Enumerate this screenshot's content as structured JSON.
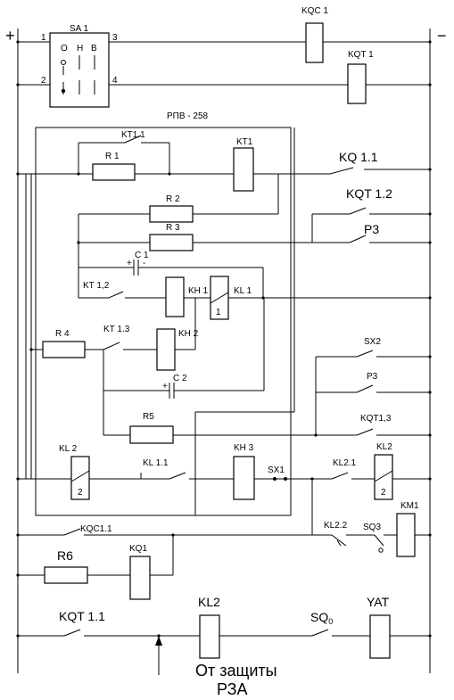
{
  "terminals": {
    "plus": "+",
    "minus": "−"
  },
  "switch": {
    "title": "SA 1",
    "positions": [
      "О",
      "Н",
      "В"
    ],
    "pins": [
      "1",
      "2",
      "3",
      "4"
    ]
  },
  "relay_box": {
    "title": "РПВ - 258"
  },
  "labels": {
    "kqc1": "KQC 1",
    "kqt1": "KQT 1",
    "kt1_1": "KT1.1",
    "r1": "R 1",
    "kt1": "KT1",
    "kq1_1": "KQ 1.1",
    "r2": "R 2",
    "kqt1_2": "KQT 1.2",
    "r3": "R 3",
    "p3a": "P3",
    "c1": "C 1",
    "c1_plus": "+",
    "c1_minus": "-",
    "kt1_2": "KT 1,2",
    "kh1": "KH 1",
    "kl1": "KL 1",
    "kl1_num": "1",
    "r4": "R 4",
    "kt1_3": "KT 1.3",
    "kh2": "KH 2",
    "sx2": "SX2",
    "p3b": "P3",
    "c2": "C 2",
    "c2_plus": "+",
    "r5": "R5",
    "kqt1_3": "KQT1,3",
    "kl2_left": "KL 2",
    "kl2_left_num": "2",
    "kl1_1": "KL 1.1",
    "kh3": "KH 3",
    "sx1": "SX1",
    "kl2_1": "KL2.1",
    "kl2_right": "KL2",
    "kl2_right_num": "2",
    "kqc1_1": "KQC1.1",
    "kl2_2": "KL2.2",
    "sq3": "SQ3",
    "km1": "KM1",
    "r6": "R6",
    "kq1": "KQ1",
    "kqt1_1": "KQT 1.1",
    "kl2_bottom": "KL2",
    "sq0": "SQ",
    "sq0_sub": "0",
    "yat": "YAT"
  },
  "caption": {
    "line1": "От защиты",
    "line2": "РЗА"
  }
}
